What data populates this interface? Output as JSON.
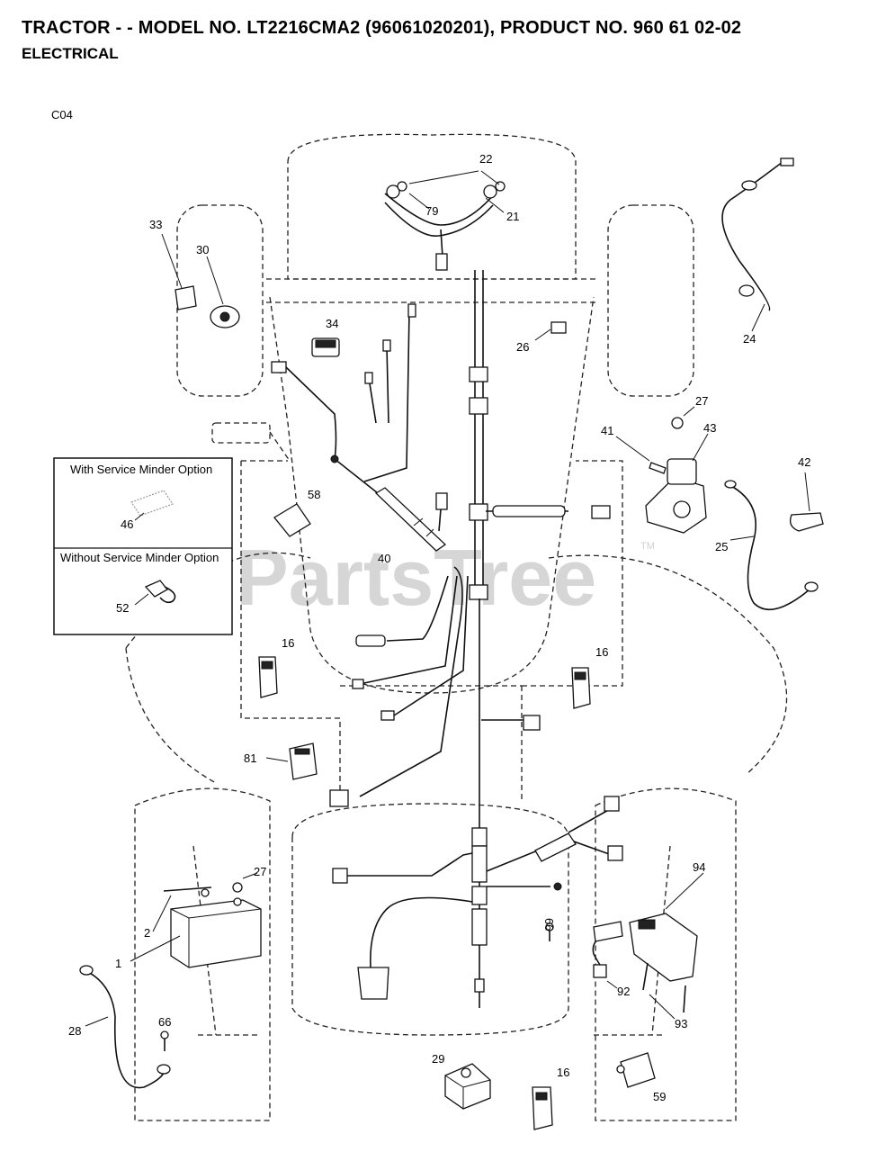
{
  "header": {
    "title": "TRACTOR - - MODEL NO. LT2216CMA2 (96061020201), PRODUCT NO. 960 61 02-02",
    "subtitle": "ELECTRICAL",
    "diagram_code": "C04"
  },
  "watermark": {
    "text": "PartsTree",
    "tm": "TM"
  },
  "option_box": {
    "with_label": "With Service Minder Option",
    "with_part": "46",
    "without_label": "Without Service Minder Option",
    "without_part": "52"
  },
  "callouts": {
    "p1": "1",
    "p2": "2",
    "p16a": "16",
    "p16b": "16",
    "p16c": "16",
    "p21": "21",
    "p22": "22",
    "p24": "24",
    "p25": "25",
    "p26": "26",
    "p27a": "27",
    "p27b": "27",
    "p28": "28",
    "p29": "29",
    "p30": "30",
    "p33": "33",
    "p34": "34",
    "p40": "40",
    "p41": "41",
    "p42": "42",
    "p43": "43",
    "p58": "58",
    "p59": "59",
    "p66a": "66",
    "p66b": "66",
    "p79": "79",
    "p81": "81",
    "p92": "92",
    "p93": "93",
    "p94": "94"
  }
}
